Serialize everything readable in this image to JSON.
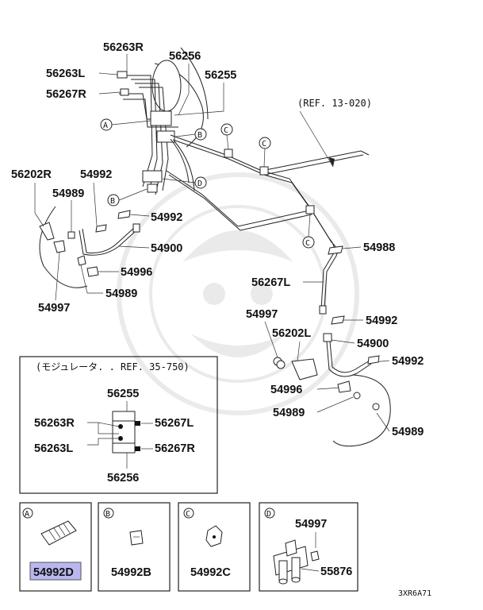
{
  "ref_top": "(REF. 13-020)",
  "ref_box": "(モジュレータ. . REF. 35-750)",
  "callouts": {
    "a": "A",
    "b": "B",
    "c": "C",
    "d": "D"
  },
  "labels": {
    "p56263R": "56263R",
    "p56256": "56256",
    "p56263L": "56263L",
    "p56255": "56255",
    "p56267R": "56267R",
    "p56202R": "56202R",
    "p54992_l": "54992",
    "p54989_l": "54989",
    "p54992_m": "54992",
    "p54900_l": "54900",
    "p54996_l": "54996",
    "p54997_l": "54997",
    "p54989_l2": "54989",
    "p54988": "54988",
    "p56267L": "56267L",
    "p54997_r": "54997",
    "p54992_r": "54992",
    "p56202L": "56202L",
    "p54900_r": "54900",
    "p54992_r2": "54992",
    "p54996_r": "54996",
    "p54989_r": "54989",
    "p54989_r2": "54989"
  },
  "mod_box": {
    "top": "56255",
    "left_top": "56263R",
    "left_bottom": "56263L",
    "right_top": "56267L",
    "right_bottom": "56267R",
    "bottom": "56256"
  },
  "detail_boxes": [
    {
      "letter": "A",
      "part": "54992D",
      "highlight": true
    },
    {
      "letter": "B",
      "part": "54992B",
      "highlight": false
    },
    {
      "letter": "C",
      "part": "54992C",
      "highlight": false
    },
    {
      "letter": "D",
      "part_top": "54997",
      "part": "55876",
      "highlight": false
    }
  ],
  "diagram_code": "3XR6A71",
  "colors": {
    "highlight": "#b9b7ee",
    "line": "#222222"
  }
}
